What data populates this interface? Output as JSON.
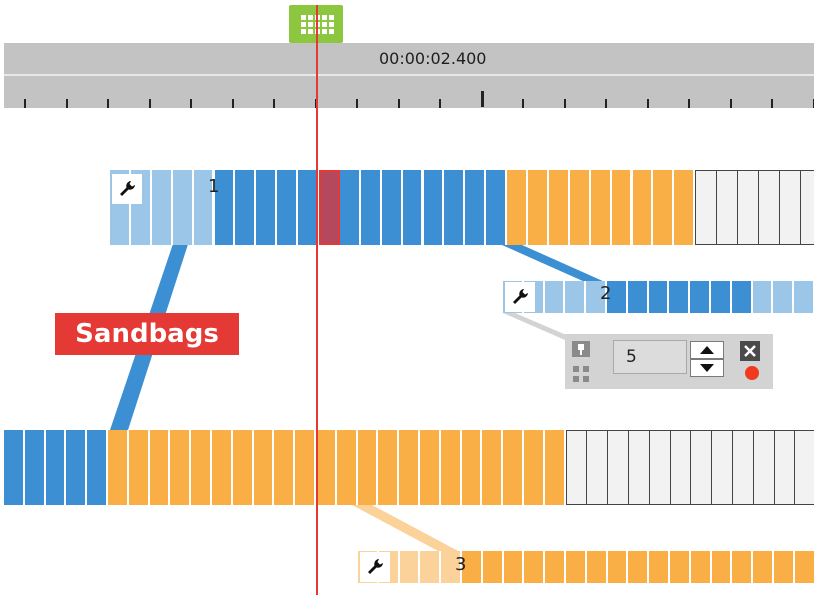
{
  "timeline": {
    "timecode": "00:00:02.400",
    "major_tick_index": 11
  },
  "tracks": {
    "track1": {
      "marker_number": "1"
    },
    "track2": {
      "marker_number": "2"
    },
    "track3": {
      "marker_number": "3"
    }
  },
  "callout": {
    "label": "Sandbags"
  },
  "popup": {
    "value": "5"
  },
  "icons": {
    "playhead": "grid-handle-icon",
    "wrench": "wrench-icon",
    "close": "close-icon",
    "record": "record-dot-icon",
    "pin": "pin-icon",
    "dots": "grid-dots-icon",
    "spin_up": "chevron-up-icon",
    "spin_down": "chevron-down-icon"
  },
  "colors": {
    "blue": "#3b8fd2",
    "light_blue": "#9bc6e8",
    "orange": "#f9ae46",
    "pale_orange": "#fbd39a",
    "empty": "#f2f2f2",
    "playhead_line": "#e53935",
    "playhead_handle": "#8dc63f",
    "callout": "#e53935",
    "ruler": "#c3c3c3"
  }
}
